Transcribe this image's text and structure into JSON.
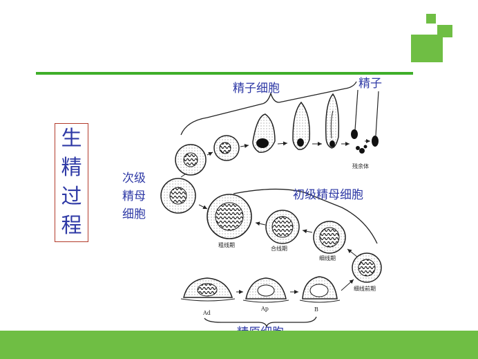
{
  "title": {
    "chars": [
      "生",
      "精",
      "过",
      "程"
    ]
  },
  "labels": {
    "spermatid": "精子细胞",
    "sperm": "精子",
    "secondary": [
      "次级",
      "精母",
      "细胞"
    ],
    "primary": "初级精母细胞",
    "spermatogonia": "精原细胞"
  },
  "stage_labels": {
    "pachytene": "粗线期",
    "zygotene": "合线期",
    "leptotene": "细线期",
    "preleptotene": "细线前期",
    "residual_body": "残余体",
    "ad": "Ad",
    "ap": "Ap",
    "b": "B"
  },
  "colors": {
    "accent": "#3fae2a",
    "text": "#2f3aa6",
    "band": "#6fbe44"
  }
}
